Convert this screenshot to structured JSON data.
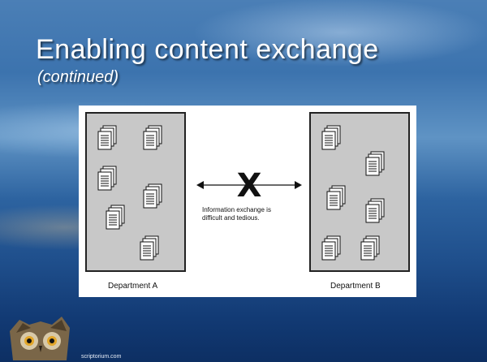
{
  "slide": {
    "title": "Enabling content exchange",
    "subtitle": "(continued)",
    "footer": "scriptorium.com"
  },
  "diagram": {
    "department_a": "Department A",
    "department_b": "Department B",
    "message_line1": "Information exchange is",
    "message_line2": "difficult and tedious.",
    "cross_symbol": "X"
  },
  "icons": {
    "document": "document-stack-icon",
    "owl": "owl-logo-icon"
  }
}
